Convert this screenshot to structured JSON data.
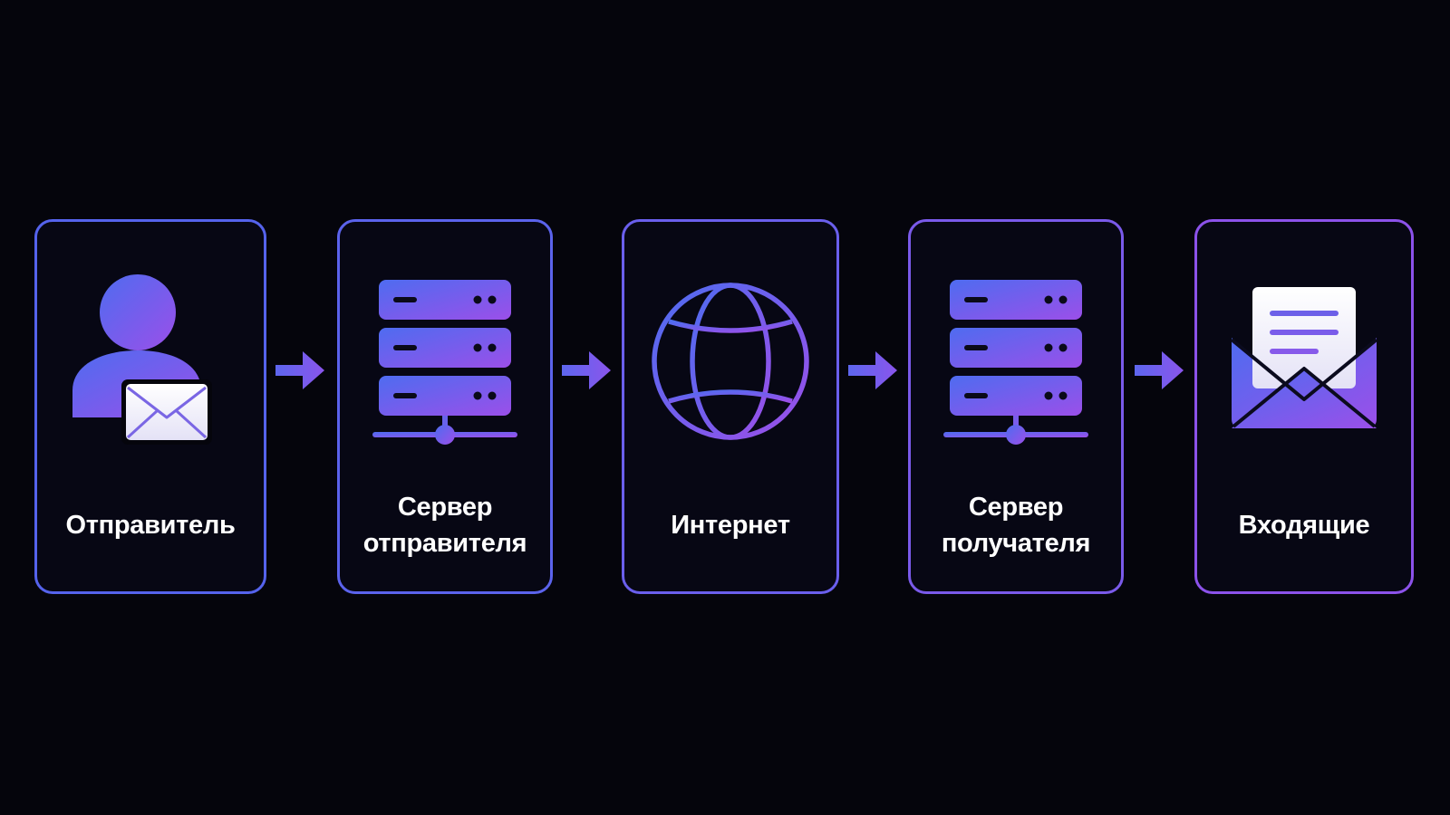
{
  "diagram": {
    "steps": [
      {
        "label_lines": [
          "Отправитель"
        ],
        "icon": "sender-with-envelope-icon"
      },
      {
        "label_lines": [
          "Сервер",
          "отправителя"
        ],
        "icon": "server-rack-icon"
      },
      {
        "label_lines": [
          "Интернет"
        ],
        "icon": "globe-icon"
      },
      {
        "label_lines": [
          "Сервер",
          "получателя"
        ],
        "icon": "server-rack-icon"
      },
      {
        "label_lines": [
          "Входящие"
        ],
        "icon": "open-envelope-icon"
      }
    ],
    "arrow_icon": "arrow-right-icon"
  },
  "colors": {
    "background": "#05050c",
    "card_background": "#070714",
    "gradient_start": "#4e6af0",
    "gradient_end": "#9a4fe8",
    "text": "#ffffff"
  }
}
